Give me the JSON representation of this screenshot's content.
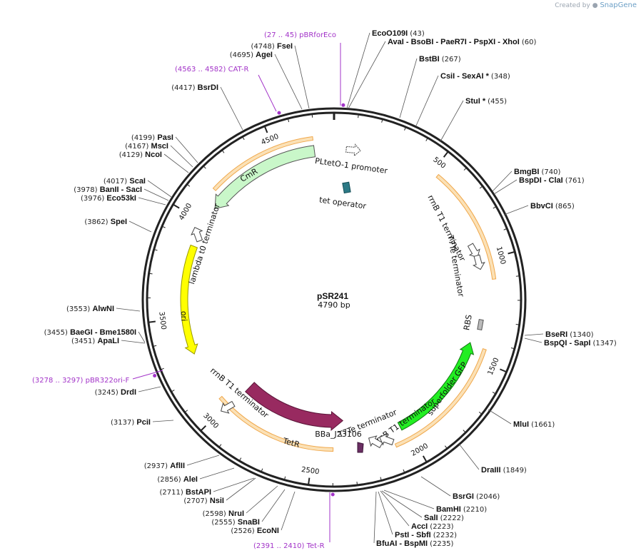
{
  "credit": {
    "prefix": "Created by",
    "brand": "SnapGene"
  },
  "map": {
    "name": "pSR241",
    "length_label": "4790 bp",
    "length": 4790,
    "ticks": [
      "500",
      "1000",
      "1500",
      "2000",
      "2500",
      "3000",
      "3500",
      "4000",
      "4500"
    ],
    "features": [
      {
        "label": "PLtetO-1 promoter",
        "start": 4760,
        "end": 4790,
        "kind": "promoter"
      },
      {
        "label": "tet operator",
        "start": 4785,
        "end": 4790,
        "kind": "box"
      },
      {
        "label": "rrnB T1 terminator",
        "start": 1060,
        "end": 1080,
        "kind": "terminator"
      },
      {
        "label": "T7Te terminator",
        "start": 1115,
        "end": 1140,
        "kind": "terminator"
      },
      {
        "label": "RBS",
        "start": 1400,
        "end": 1415,
        "kind": "box"
      },
      {
        "label": "superfolder GFP",
        "start": 1415,
        "end": 2020,
        "kind": "cds"
      },
      {
        "label": "rrnB T1 terminator",
        "start": 2135,
        "end": 2180,
        "kind": "terminator"
      },
      {
        "label": "T7Te terminator",
        "start": 2200,
        "end": 2225,
        "kind": "terminator"
      },
      {
        "label": "BBa_J23106",
        "start": 2290,
        "end": 2325,
        "kind": "promoter_small"
      },
      {
        "label": "TetR",
        "start": 2340,
        "end": 2960,
        "kind": "tetr"
      },
      {
        "label": "rrnB T1 terminator",
        "start": 3040,
        "end": 3090,
        "kind": "terminator"
      },
      {
        "label": "ori",
        "start": 3300,
        "end": 3880,
        "kind": "ori"
      },
      {
        "label": "lambda t0 terminator",
        "start": 3950,
        "end": 4010,
        "kind": "terminator"
      },
      {
        "label": "CmR",
        "start": 4040,
        "end": 4700,
        "kind": "cmr"
      }
    ],
    "primers": [
      {
        "range": "(27 .. 45)",
        "name": "pBRforEco",
        "pos": 36
      },
      {
        "range": "(4563 .. 4582)",
        "name": "CAT-R",
        "pos": 4572
      },
      {
        "range": "(3278 .. 3297)",
        "name": "pBR322ori-F",
        "pos": 3287
      },
      {
        "range": "(2391 .. 2410)",
        "name": "Tet-R",
        "pos": 2400
      }
    ],
    "enzymes": [
      {
        "text": "EcoO109I",
        "pos": "(43)",
        "site": 43
      },
      {
        "text": "AvaI  - BsoBI  - PaeR7I  - PspXI  - XhoI",
        "pos": "(60)",
        "site": 60
      },
      {
        "text": "BstBI",
        "pos": "(267)",
        "site": 267
      },
      {
        "text": "CsiI  - SexAI *",
        "pos": "(348)",
        "site": 348
      },
      {
        "text": "StuI *",
        "pos": "(455)",
        "site": 455
      },
      {
        "text": "BmgBI",
        "pos": "(740)",
        "site": 740
      },
      {
        "text": "BspDI  - ClaI",
        "pos": "(761)",
        "site": 761
      },
      {
        "text": "BbvCI",
        "pos": "(865)",
        "site": 865
      },
      {
        "text": "BseRI",
        "pos": "(1340)",
        "site": 1340
      },
      {
        "text": "BspQI  - SapI",
        "pos": "(1347)",
        "site": 1347
      },
      {
        "text": "MluI",
        "pos": "(1661)",
        "site": 1661
      },
      {
        "text": "DraIII",
        "pos": "(1849)",
        "site": 1849
      },
      {
        "text": "BsrGI",
        "pos": "(2046)",
        "site": 2046
      },
      {
        "text": "BamHI",
        "pos": "(2210)",
        "site": 2210
      },
      {
        "text": "SalI",
        "pos": "(2222)",
        "site": 2222
      },
      {
        "text": "AccI",
        "pos": "(2223)",
        "site": 2223
      },
      {
        "text": "PstI  - SbfI",
        "pos": "(2232)",
        "site": 2232
      },
      {
        "text": "BfuAI  - BspMI",
        "pos": "(2235)",
        "site": 2235
      },
      {
        "text": "FseI",
        "pos": "(4748)",
        "site": 4748
      },
      {
        "text": "AgeI",
        "pos": "(4695)",
        "site": 4695
      },
      {
        "text": "BsrDI",
        "pos": "(4417)",
        "site": 4417
      },
      {
        "text": "PasI",
        "pos": "(4199)",
        "site": 4199
      },
      {
        "text": "MscI",
        "pos": "(4167)",
        "site": 4167
      },
      {
        "text": "NcoI",
        "pos": "(4129)",
        "site": 4129
      },
      {
        "text": "ScaI",
        "pos": "(4017)",
        "site": 4017
      },
      {
        "text": "BanII  - SacI",
        "pos": "(3978)",
        "site": 3978
      },
      {
        "text": "Eco53kI",
        "pos": "(3976)",
        "site": 3976
      },
      {
        "text": "SpeI",
        "pos": "(3862)",
        "site": 3862
      },
      {
        "text": "AlwNI",
        "pos": "(3553)",
        "site": 3553
      },
      {
        "text": "BaeGI  - Bme1580I",
        "pos": "(3455)",
        "site": 3455
      },
      {
        "text": "ApaLI",
        "pos": "(3451)",
        "site": 3451
      },
      {
        "text": "DrdI",
        "pos": "(3245)",
        "site": 3245
      },
      {
        "text": "PciI",
        "pos": "(3137)",
        "site": 3137
      },
      {
        "text": "AflII",
        "pos": "(2937)",
        "site": 2937
      },
      {
        "text": "AleI",
        "pos": "(2856)",
        "site": 2856
      },
      {
        "text": "BstAPI",
        "pos": "(2711)",
        "site": 2711
      },
      {
        "text": "NsiI",
        "pos": "(2707)",
        "site": 2707
      },
      {
        "text": "NruI",
        "pos": "(2598)",
        "site": 2598
      },
      {
        "text": "SnaBI",
        "pos": "(2555)",
        "site": 2555
      },
      {
        "text": "EcoNI",
        "pos": "(2526)",
        "site": 2526
      }
    ]
  }
}
